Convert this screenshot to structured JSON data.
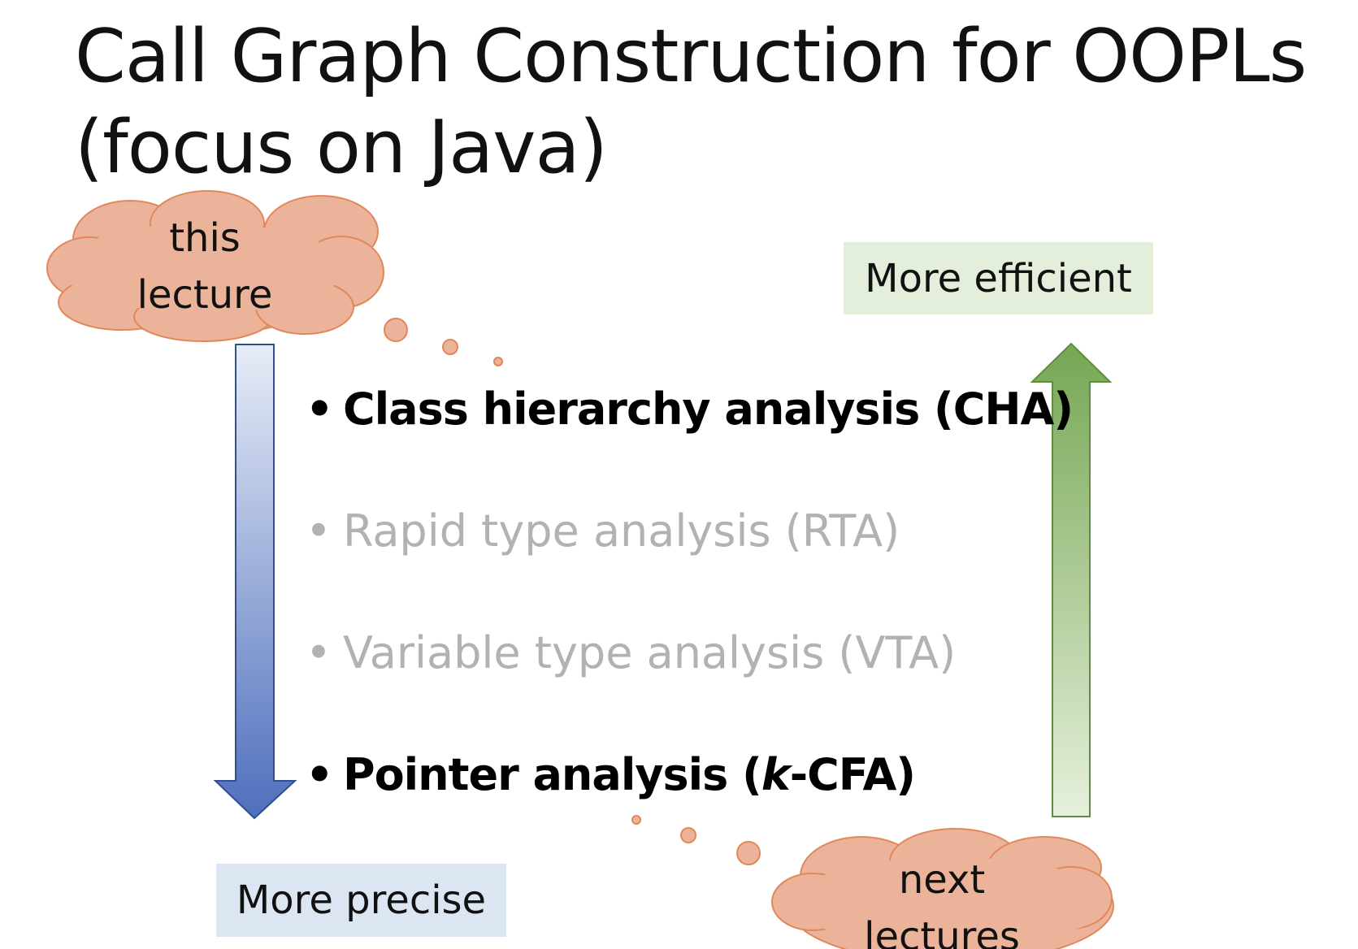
{
  "title": {
    "line1": "Call Graph Construction for OOPLs",
    "line2": "(focus on Java)"
  },
  "clouds": {
    "top": {
      "line1": "this",
      "line2": "lecture"
    },
    "bottom": {
      "line1": "next",
      "line2": "lectures"
    }
  },
  "labels": {
    "efficient": "More efficient",
    "precise": "More precise"
  },
  "bullets": [
    {
      "text": "Class hierarchy analysis (CHA)",
      "emphasis": "bold"
    },
    {
      "text": "Rapid type analysis (RTA)",
      "emphasis": "faded"
    },
    {
      "text": "Variable type analysis (VTA)",
      "emphasis": "faded"
    },
    {
      "prefix": "Pointer analysis (",
      "italic": "k",
      "suffix": "-CFA)",
      "emphasis": "bold"
    }
  ],
  "bullet_glyph": "•",
  "colors": {
    "cloud_fill": "#ebb49a",
    "cloud_stroke": "#e2875a",
    "precise_arrow_top": "#e7ecf6",
    "precise_arrow_bottom": "#4e6fbd",
    "precise_arrow_stroke": "#2f4f8f",
    "efficient_arrow_top": "#76a653",
    "efficient_arrow_bottom": "#e6f0dc",
    "efficient_arrow_stroke": "#5d8f40",
    "efficient_box": "#e3efda",
    "precise_box": "#dce6f3",
    "faded_text": "#b2b2b2"
  }
}
